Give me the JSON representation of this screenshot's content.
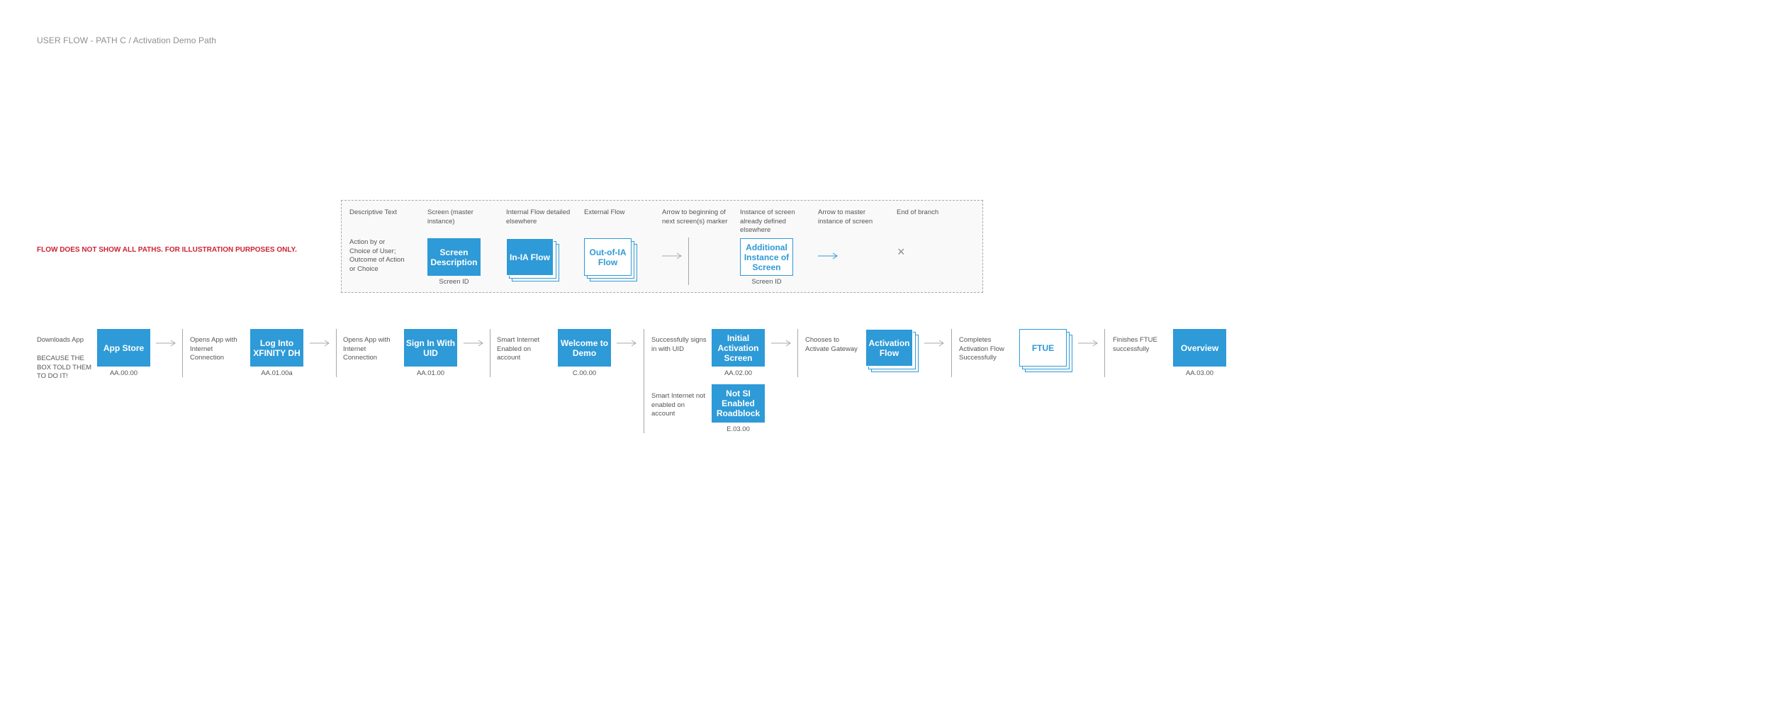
{
  "page_title": "USER FLOW - PATH C / Activation Demo Path",
  "disclaimer": "FLOW DOES NOT SHOW ALL PATHS.  FOR ILLUSTRATION PURPOSES ONLY.",
  "legend": {
    "headers": {
      "descriptive": "Descriptive Text",
      "screen": "Screen (master instance)",
      "internal": "Internal Flow detailed elsewhere",
      "external": "External Flow",
      "arrow_next": "Arrow to beginning of next screen(s) marker",
      "instance": "Instance of screen already defined elsewhere",
      "arrow_master": "Arrow to master instance of screen",
      "end_branch": "End of branch"
    },
    "descriptive_sample": "Action by or Choice of User; Outcome of Action or Choice",
    "screen_sample": "Screen Description",
    "screen_id_label": "Screen ID",
    "internal_sample": "In-IA Flow",
    "external_sample": "Out-of-IA Flow",
    "instance_sample": "Additional Instance of Screen",
    "instance_id_label": "Screen ID",
    "end_symbol": "×",
    "colors": {
      "accent": "#2e9ad7",
      "arrow_gray": "#aaaaaa"
    }
  },
  "flow": {
    "step1": {
      "desc": "Downloads App",
      "note": "BECAUSE THE BOX TOLD THEM TO DO IT!",
      "screen": "App Store",
      "id": "AA.00.00"
    },
    "step2": {
      "desc": "Opens App with Internet Connection",
      "screen": "Log Into XFINITY DH",
      "id": "AA.01.00a"
    },
    "step3": {
      "desc": "Opens App with Internet Connection",
      "screen": "Sign In With UID",
      "id": "AA.01.00"
    },
    "step4": {
      "desc": "Smart Internet Enabled on account",
      "screen": "Welcome to Demo",
      "id": "C.00.00"
    },
    "step5a": {
      "desc": "Successfully signs in with UID",
      "screen": "Initial Activation Screen",
      "id": "AA.02.00"
    },
    "step5b": {
      "desc": "Smart Internet not enabled on account",
      "screen": "Not SI Enabled Roadblock",
      "id": "E.03.00"
    },
    "step6": {
      "desc": "Chooses to Activate Gateway",
      "flow": "Activation Flow"
    },
    "step7": {
      "desc": "Completes Activation Flow Successfully",
      "flow": "FTUE"
    },
    "step8": {
      "desc": "Finishes FTUE successfully",
      "screen": "Overview",
      "id": "AA.03.00"
    }
  }
}
